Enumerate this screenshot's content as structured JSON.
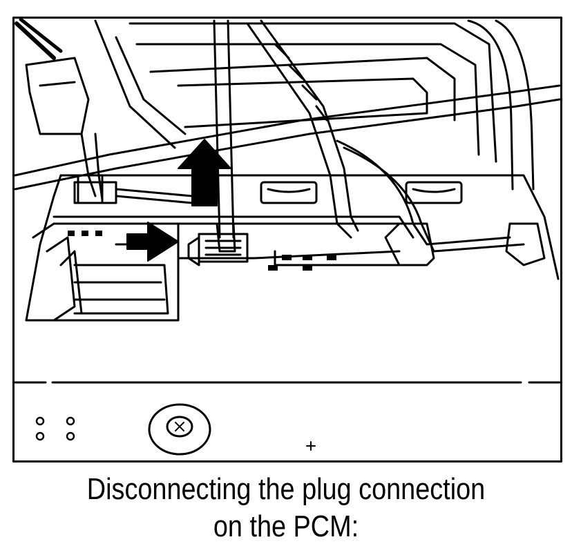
{
  "caption": {
    "line1": "Disconnecting the plug connection",
    "line2": "on the PCM:"
  },
  "illustration": {
    "style": "line-drawing",
    "stroke_color": "#000000",
    "background_color": "#ffffff",
    "arrows": [
      {
        "name": "up-arrow",
        "direction": "up"
      },
      {
        "name": "right-arrow",
        "direction": "right"
      }
    ]
  }
}
